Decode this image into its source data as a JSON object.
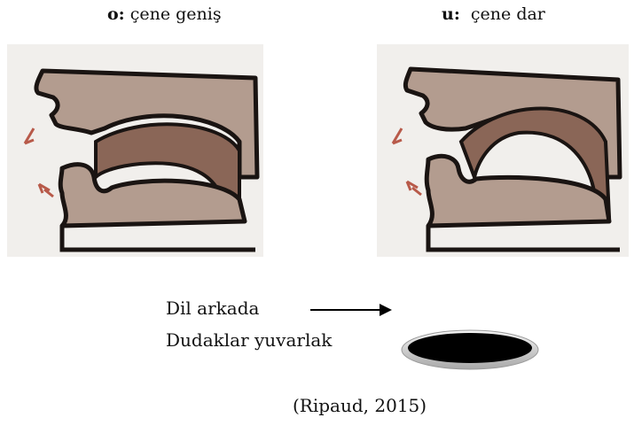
{
  "captions": {
    "left": {
      "bold": "o:",
      "text": " çene geniş"
    },
    "right": {
      "bold": "u:",
      "text": "  çene dar"
    }
  },
  "labels": {
    "tongue": "Dil arkada",
    "lips": "Dudaklar yuvarlak"
  },
  "citation": "(Ripaud, 2015)",
  "colors": {
    "skin": "#b39c8f",
    "tongue": "#8a6657",
    "outline": "#1a1412",
    "paper": "#f1efec",
    "arrow_mark": "#b85a4a"
  },
  "icons": {
    "left_illustration": "mouth-profile-open-icon",
    "right_illustration": "mouth-profile-narrow-icon",
    "lip_shape": "rounded-lips-ellipse-icon",
    "direction": "right-arrow-icon"
  }
}
